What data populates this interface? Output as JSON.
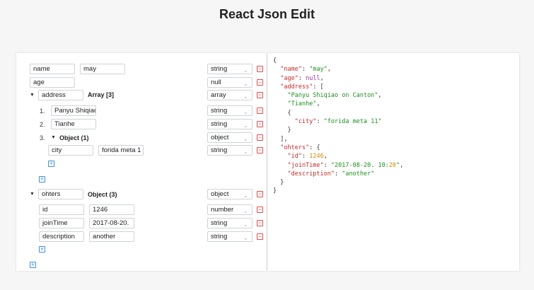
{
  "title": "React Json Edit",
  "editor": {
    "rows": {
      "name": {
        "key": "name",
        "value": "may",
        "type": "string"
      },
      "age": {
        "key": "age",
        "type": "null"
      },
      "address": {
        "key": "address",
        "summary": "Array [3]",
        "type": "array"
      },
      "addr0": {
        "index": "1.",
        "value": "Panyu Shiqiao",
        "type": "string"
      },
      "addr1": {
        "index": "2.",
        "value": "Tianhe",
        "type": "string"
      },
      "addr2": {
        "index": "3.",
        "summary": "Object (1)",
        "type": "object"
      },
      "city": {
        "key": "city",
        "value": "forida meta 1",
        "type": "string"
      },
      "ohters": {
        "key": "ohters",
        "summary": "Object (3)",
        "type": "object"
      },
      "id": {
        "key": "id",
        "value": "1246",
        "type": "number"
      },
      "joinTime": {
        "key": "joinTime",
        "value": "2017-08-20.",
        "type": "string"
      },
      "description": {
        "key": "description",
        "value": "another",
        "type": "string"
      }
    },
    "add_symbol": "+",
    "delete_symbol": "−",
    "expand_symbol": "▼",
    "dropdown_symbol": "⌄"
  },
  "json_preview": {
    "lines": [
      {
        "t": "{"
      },
      {
        "t": "  \"name\": \"may\","
      },
      {
        "t": "  \"age\": null,"
      },
      {
        "t": "  \"address\": ["
      },
      {
        "t": "    \"Panyu Shiqiao on Canton\","
      },
      {
        "t": "    \"Tianhe\","
      },
      {
        "t": "    {"
      },
      {
        "t": "      \"city\": \"forida meta 11\""
      },
      {
        "t": "    }"
      },
      {
        "t": "  ],"
      },
      {
        "t": "  \"ohters\": {"
      },
      {
        "t": "    \"id\": 1246,"
      },
      {
        "t": "    \"joinTime\": \"2017-08-20. 10:20\","
      },
      {
        "t": "    \"description\": \"another\""
      },
      {
        "t": "  }"
      },
      {
        "t": "}"
      }
    ]
  },
  "colors": {
    "key": "#c42a2a",
    "string": "#1e8f1e",
    "number": "#d08a00",
    "null": "#9b2fae",
    "delete": "#e14c4c",
    "add": "#3e8fd6"
  }
}
